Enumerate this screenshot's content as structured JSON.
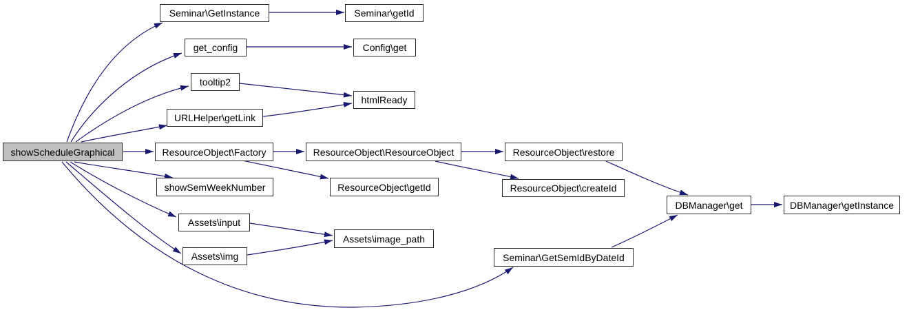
{
  "diagram": {
    "type": "call-graph",
    "tool_style": "doxygen-graphviz",
    "root": "showScheduleGraphical",
    "colors": {
      "edge": "#191970",
      "node_border": "#2a2a2a",
      "node_fill": "#ffffff",
      "root_node_fill": "#bfbfbf",
      "text": "#000000",
      "background": "#ffffff"
    },
    "nodes": [
      {
        "id": "showScheduleGraphical",
        "label": "showScheduleGraphical",
        "is_root": true
      },
      {
        "id": "seminar-getinstance",
        "label": "Seminar\\GetInstance",
        "is_root": false
      },
      {
        "id": "seminar-getid",
        "label": "Seminar\\getId",
        "is_root": false
      },
      {
        "id": "get-config",
        "label": "get_config",
        "is_root": false
      },
      {
        "id": "config-get",
        "label": "Config\\get",
        "is_root": false
      },
      {
        "id": "tooltip2",
        "label": "tooltip2",
        "is_root": false
      },
      {
        "id": "htmlready",
        "label": "htmlReady",
        "is_root": false
      },
      {
        "id": "urlhelper-getlink",
        "label": "URLHelper\\getLink",
        "is_root": false
      },
      {
        "id": "resourceobject-factory",
        "label": "ResourceObject\\Factory",
        "is_root": false
      },
      {
        "id": "resourceobject-resourceobject",
        "label": "ResourceObject\\ResourceObject",
        "is_root": false
      },
      {
        "id": "resourceobject-restore",
        "label": "ResourceObject\\restore",
        "is_root": false
      },
      {
        "id": "showsemweeknumber",
        "label": "showSemWeekNumber",
        "is_root": false
      },
      {
        "id": "resourceobject-getid",
        "label": "ResourceObject\\getId",
        "is_root": false
      },
      {
        "id": "resourceobject-createid",
        "label": "ResourceObject\\createId",
        "is_root": false
      },
      {
        "id": "dbmanager-get",
        "label": "DBManager\\get",
        "is_root": false
      },
      {
        "id": "dbmanager-getinstance",
        "label": "DBManager\\getInstance",
        "is_root": false
      },
      {
        "id": "assets-input",
        "label": "Assets\\input",
        "is_root": false
      },
      {
        "id": "assets-image-path",
        "label": "Assets\\image_path",
        "is_root": false
      },
      {
        "id": "assets-img",
        "label": "Assets\\img",
        "is_root": false
      },
      {
        "id": "seminar-getsemidbydateid",
        "label": "Seminar\\GetSemIdByDateId",
        "is_root": false
      }
    ],
    "edges": [
      {
        "from": "showScheduleGraphical",
        "to": "Seminar\\GetInstance"
      },
      {
        "from": "showScheduleGraphical",
        "to": "get_config"
      },
      {
        "from": "showScheduleGraphical",
        "to": "tooltip2"
      },
      {
        "from": "showScheduleGraphical",
        "to": "URLHelper\\getLink"
      },
      {
        "from": "showScheduleGraphical",
        "to": "ResourceObject\\Factory"
      },
      {
        "from": "showScheduleGraphical",
        "to": "showSemWeekNumber"
      },
      {
        "from": "showScheduleGraphical",
        "to": "Assets\\input"
      },
      {
        "from": "showScheduleGraphical",
        "to": "Assets\\img"
      },
      {
        "from": "showScheduleGraphical",
        "to": "Seminar\\GetSemIdByDateId"
      },
      {
        "from": "Seminar\\GetInstance",
        "to": "Seminar\\getId"
      },
      {
        "from": "get_config",
        "to": "Config\\get"
      },
      {
        "from": "tooltip2",
        "to": "htmlReady"
      },
      {
        "from": "URLHelper\\getLink",
        "to": "htmlReady"
      },
      {
        "from": "ResourceObject\\Factory",
        "to": "ResourceObject\\ResourceObject"
      },
      {
        "from": "ResourceObject\\Factory",
        "to": "ResourceObject\\getId"
      },
      {
        "from": "ResourceObject\\ResourceObject",
        "to": "ResourceObject\\restore"
      },
      {
        "from": "ResourceObject\\ResourceObject",
        "to": "ResourceObject\\createId"
      },
      {
        "from": "ResourceObject\\restore",
        "to": "DBManager\\get"
      },
      {
        "from": "Seminar\\GetSemIdByDateId",
        "to": "DBManager\\get"
      },
      {
        "from": "DBManager\\get",
        "to": "DBManager\\getInstance"
      },
      {
        "from": "Assets\\input",
        "to": "Assets\\image_path"
      },
      {
        "from": "Assets\\img",
        "to": "Assets\\image_path"
      }
    ]
  }
}
